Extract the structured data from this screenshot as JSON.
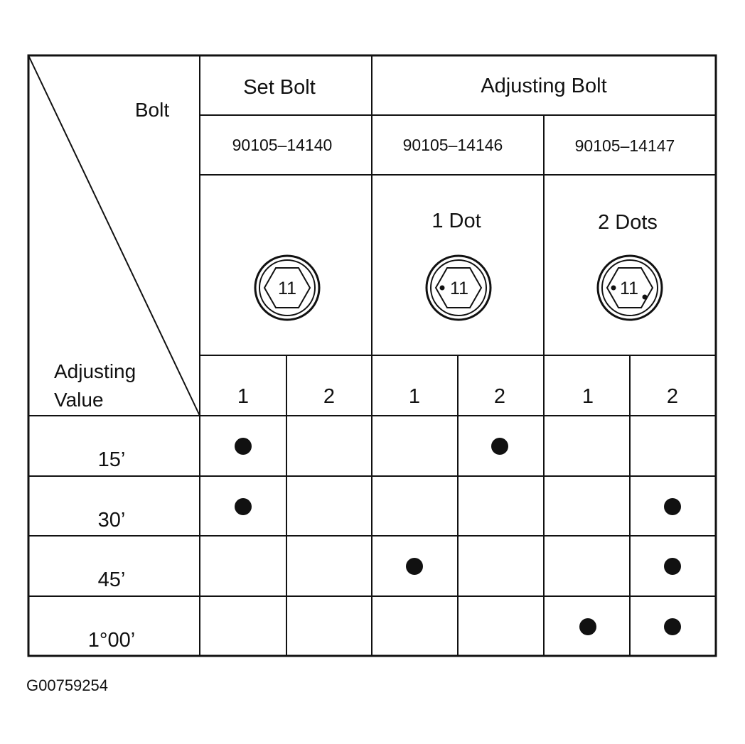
{
  "header": {
    "corner_top": "Bolt",
    "corner_bottom_line1": "Adjusting",
    "corner_bottom_line2": "Value"
  },
  "groups": {
    "set_bolt": "Set Bolt",
    "adjusting_bolt": "Adjusting Bolt"
  },
  "part_numbers": [
    "90105–14140",
    "90105–14146",
    "90105–14147"
  ],
  "marks": [
    "",
    "1 Dot",
    "2 Dots"
  ],
  "bolt_head_label": "11",
  "sub_columns": [
    "1",
    "2",
    "1",
    "2",
    "1",
    "2"
  ],
  "rows": [
    {
      "label": "15’",
      "dots": [
        true,
        false,
        false,
        true,
        false,
        false
      ]
    },
    {
      "label": "30’",
      "dots": [
        true,
        false,
        false,
        false,
        false,
        true
      ]
    },
    {
      "label": "45’",
      "dots": [
        false,
        false,
        true,
        false,
        false,
        true
      ]
    },
    {
      "label": "1°00’",
      "dots": [
        false,
        false,
        false,
        false,
        true,
        true
      ]
    }
  ],
  "figure_code": "G00759254"
}
